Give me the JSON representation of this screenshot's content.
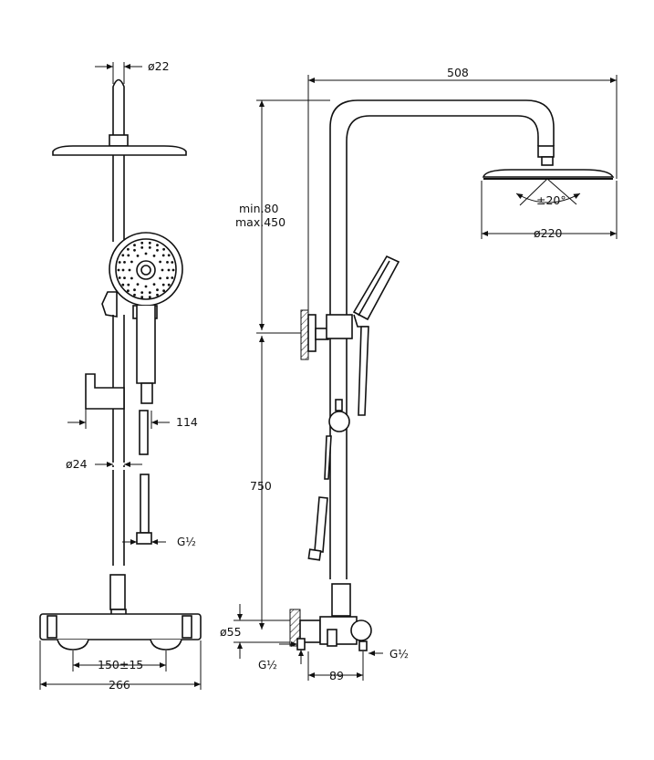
{
  "dimensions": {
    "rail_top_diameter": "ø22",
    "hand_shower_offset": "114",
    "rail_diameter": "ø24",
    "inlet_thread_front": "G½",
    "inlet_spacing": "150±15",
    "mixer_width": "266",
    "arm_reach": "508",
    "height_adjust_min": "min.80",
    "height_adjust_max": "max.450",
    "tilt_angle": "±20°",
    "head_diameter": "ø220",
    "column_height": "750",
    "escutcheon_diameter": "ø55",
    "inlet_thread_left": "G½",
    "wall_projection": "89",
    "inlet_thread_right": "G½"
  }
}
